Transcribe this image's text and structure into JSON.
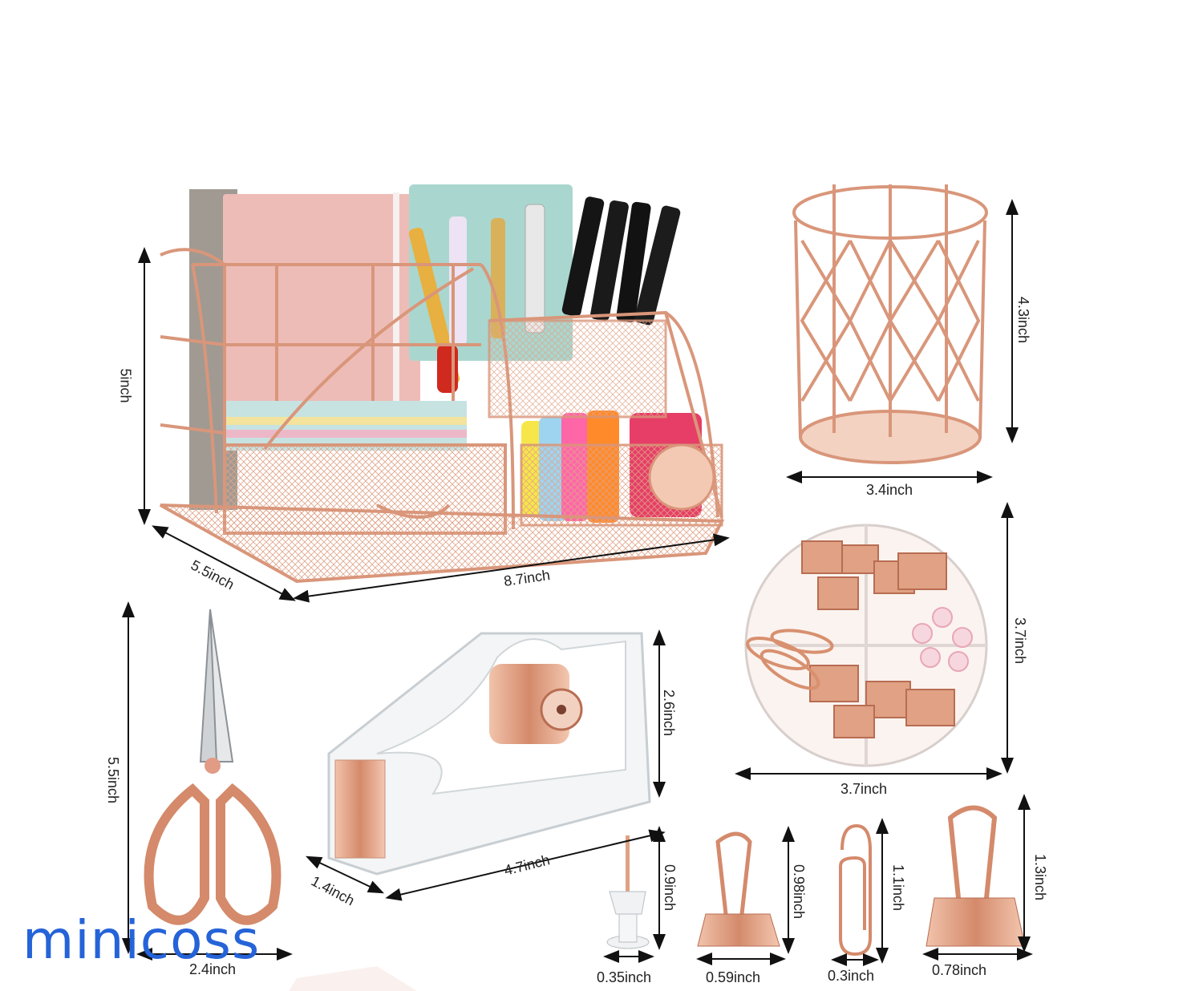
{
  "brand": "minicoss",
  "accent_color": "#d9967a",
  "brand_color": "#2563d8",
  "items": [
    {
      "name": "desk-organizer",
      "dimensions": {
        "height": "5inch",
        "depth": "5.5inch",
        "width": "8.7inch"
      }
    },
    {
      "name": "pen-holder",
      "dimensions": {
        "height": "4.3inch",
        "diameter": "3.4inch"
      }
    },
    {
      "name": "clip-container",
      "dimensions": {
        "height": "3.7inch",
        "diameter": "3.7inch"
      }
    },
    {
      "name": "scissors",
      "dimensions": {
        "length": "5.5inch",
        "width": "2.4inch"
      }
    },
    {
      "name": "tape-dispenser",
      "dimensions": {
        "height": "2.6inch",
        "depth": "1.4inch",
        "length": "4.7inch"
      }
    },
    {
      "name": "push-pin",
      "dimensions": {
        "height": "0.9inch",
        "width": "0.35inch"
      }
    },
    {
      "name": "binder-clip-small",
      "dimensions": {
        "height": "0.98inch",
        "width": "0.59inch"
      }
    },
    {
      "name": "paper-clip",
      "dimensions": {
        "height": "1.1inch",
        "width": "0.3inch"
      }
    },
    {
      "name": "binder-clip-large",
      "dimensions": {
        "height": "1.3inch",
        "width": "0.78inch"
      }
    }
  ]
}
